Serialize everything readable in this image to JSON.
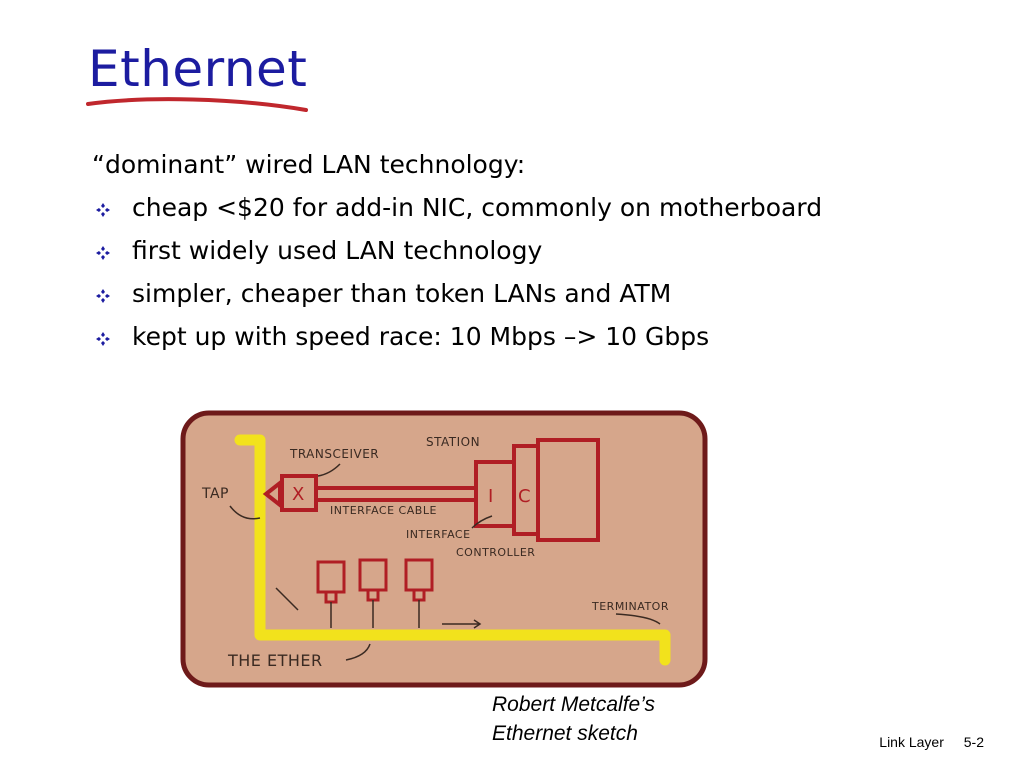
{
  "slide": {
    "title": "Ethernet",
    "lead": "“dominant” wired LAN technology:",
    "bullets": [
      "cheap <$20 for add-in NIC, commonly on motherboard",
      "first widely used LAN technology",
      "simpler, cheaper than token LANs and ATM",
      "kept up with speed race: 10 Mbps –> 10 Gbps"
    ],
    "bullet_icon": "diamond-cluster-icon",
    "colors": {
      "title": "#1c1ca0",
      "title_underline": "#c0272d",
      "bullet": "#1c1ca0",
      "sketch_background": "#d6a68b",
      "sketch_border": "#6e1a1a",
      "ether_cable": "#f2e21c",
      "station_ink": "#b01e24"
    }
  },
  "sketch": {
    "labels": {
      "tap": "TAP",
      "transceiver": "TRANSCEIVER",
      "station": "STATION",
      "transceiver_box": "X",
      "interface_box": "I",
      "controller_box": "C",
      "interface_cable": "INTERFACE CABLE",
      "interface_controller_1": "INTERFACE",
      "interface_controller_2": "CONTROLLER",
      "terminator": "TERMINATOR",
      "the_ether": "THE ETHER"
    }
  },
  "caption": {
    "line1": "Robert Metcalfe’s",
    "line2": "Ethernet sketch"
  },
  "footer": {
    "section": "Link Layer",
    "page": "5-2"
  }
}
